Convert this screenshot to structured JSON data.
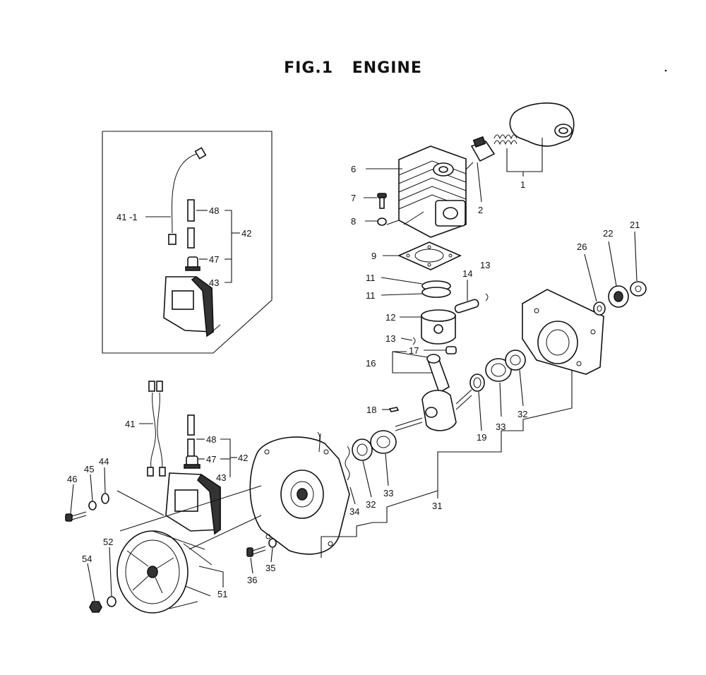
{
  "title": "FIG.1   ENGINE",
  "callouts": {
    "p1": "1",
    "p2": "2",
    "p6": "6",
    "p7": "7",
    "p8": "8",
    "p9": "9",
    "p11a": "11",
    "p11b": "11",
    "p12": "12",
    "p13a": "13",
    "p13b": "13",
    "p14": "14",
    "p16": "16",
    "p17": "17",
    "p18": "18",
    "p19": "19",
    "p21": "21",
    "p22": "22",
    "p26": "26",
    "p31": "31",
    "p32a": "32",
    "p32b": "32",
    "p33a": "33",
    "p33b": "33",
    "p34": "34",
    "p35": "35",
    "p36": "36",
    "p41": "41",
    "p41_1": "41 -1",
    "p42a": "42",
    "p42b": "42",
    "p43a": "43",
    "p43b": "43",
    "p44": "44",
    "p45": "45",
    "p46": "46",
    "p47a": "47",
    "p47b": "47",
    "p48a": "48",
    "p48b": "48",
    "p51": "51",
    "p52": "52",
    "p54": "54"
  }
}
